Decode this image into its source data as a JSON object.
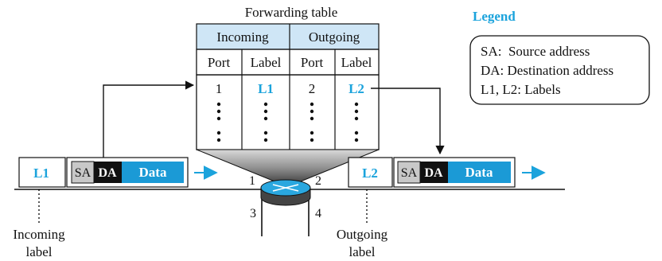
{
  "colors": {
    "accent": "#1ba3dc",
    "table_fill": "#cfe6f6",
    "header_fill": "#c9e3f4",
    "data_fill": "#1b9ad6",
    "sa_fill": "#c8c8c8",
    "da_fill": "#111111",
    "router_top": "#2aa7df",
    "router_side": "#444444"
  },
  "forwarding_table": {
    "title": "Forwarding table",
    "group_headers": [
      "Incoming",
      "Outgoing"
    ],
    "column_headers": [
      "Port",
      "Label",
      "Port",
      "Label"
    ],
    "row": [
      "1",
      "L1",
      "2",
      "L2"
    ],
    "ellipsis": "⋮"
  },
  "legend": {
    "title": "Legend",
    "items": [
      "SA:  Source address",
      "DA: Destination address",
      "L1, L2: Labels"
    ]
  },
  "incoming_packet": {
    "label": "L1",
    "sa": "SA",
    "da": "DA",
    "data": "Data"
  },
  "outgoing_packet": {
    "label": "L2",
    "sa": "SA",
    "da": "DA",
    "data": "Data"
  },
  "router": {
    "ports": [
      "1",
      "2",
      "3",
      "4"
    ],
    "icon": "router-icon"
  },
  "captions": {
    "incoming_line1": "Incoming",
    "incoming_line2": "label",
    "outgoing_line1": "Outgoing",
    "outgoing_line2": "label"
  }
}
